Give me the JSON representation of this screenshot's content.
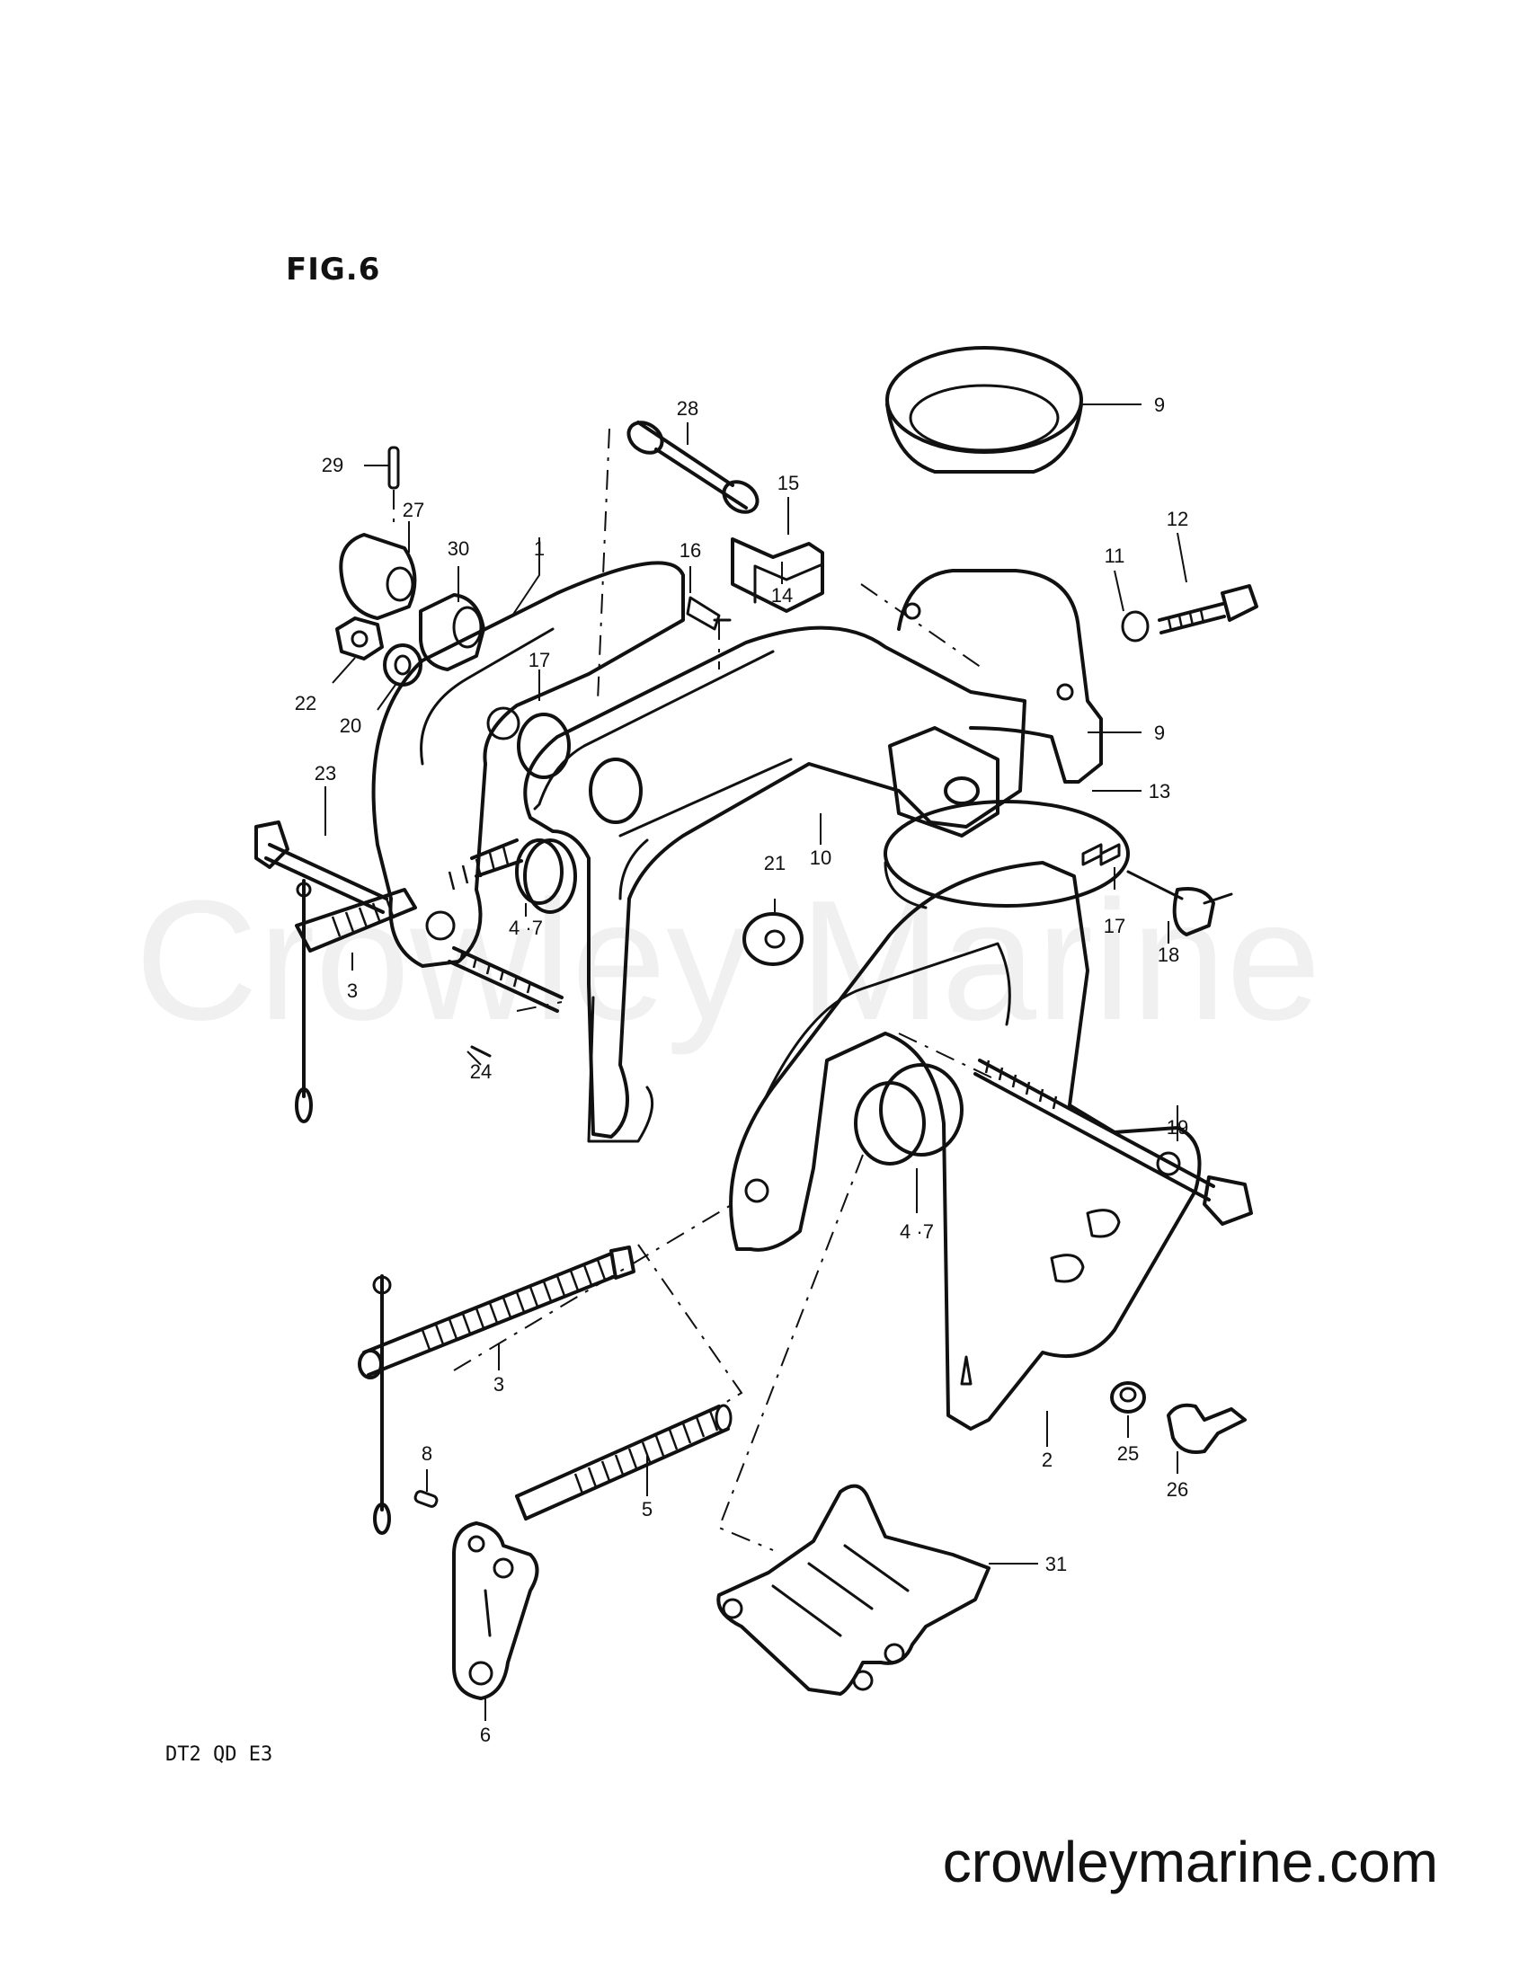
{
  "figure": {
    "title": "FIG.6",
    "model_code": "DT2 QD E3"
  },
  "watermark": "Crowley Marine",
  "site_url": "crowleymarine.com",
  "callouts": [
    {
      "id": "c28",
      "text": "28"
    },
    {
      "id": "c9a",
      "text": "9"
    },
    {
      "id": "c29",
      "text": "29"
    },
    {
      "id": "c15",
      "text": "15"
    },
    {
      "id": "c27",
      "text": "27"
    },
    {
      "id": "c30",
      "text": "30"
    },
    {
      "id": "c1",
      "text": "1"
    },
    {
      "id": "c16",
      "text": "16"
    },
    {
      "id": "c11",
      "text": "11"
    },
    {
      "id": "c12",
      "text": "12"
    },
    {
      "id": "c14",
      "text": "14"
    },
    {
      "id": "c17a",
      "text": "17"
    },
    {
      "id": "c22",
      "text": "22"
    },
    {
      "id": "c20",
      "text": "20"
    },
    {
      "id": "c9b",
      "text": "9"
    },
    {
      "id": "c23",
      "text": "23"
    },
    {
      "id": "c13",
      "text": "13"
    },
    {
      "id": "c10",
      "text": "10"
    },
    {
      "id": "c21",
      "text": "21"
    },
    {
      "id": "c4a",
      "text": "4 ·7"
    },
    {
      "id": "c17b",
      "text": "17"
    },
    {
      "id": "c3a",
      "text": "3"
    },
    {
      "id": "c18",
      "text": "18"
    },
    {
      "id": "c24",
      "text": "24"
    },
    {
      "id": "c19",
      "text": "19"
    },
    {
      "id": "c4b",
      "text": "4 ·7"
    },
    {
      "id": "c3b",
      "text": "3"
    },
    {
      "id": "c25",
      "text": "25"
    },
    {
      "id": "c2",
      "text": "2"
    },
    {
      "id": "c26",
      "text": "26"
    },
    {
      "id": "c8",
      "text": "8"
    },
    {
      "id": "c5",
      "text": "5"
    },
    {
      "id": "c31",
      "text": "31"
    },
    {
      "id": "c6",
      "text": "6"
    }
  ]
}
